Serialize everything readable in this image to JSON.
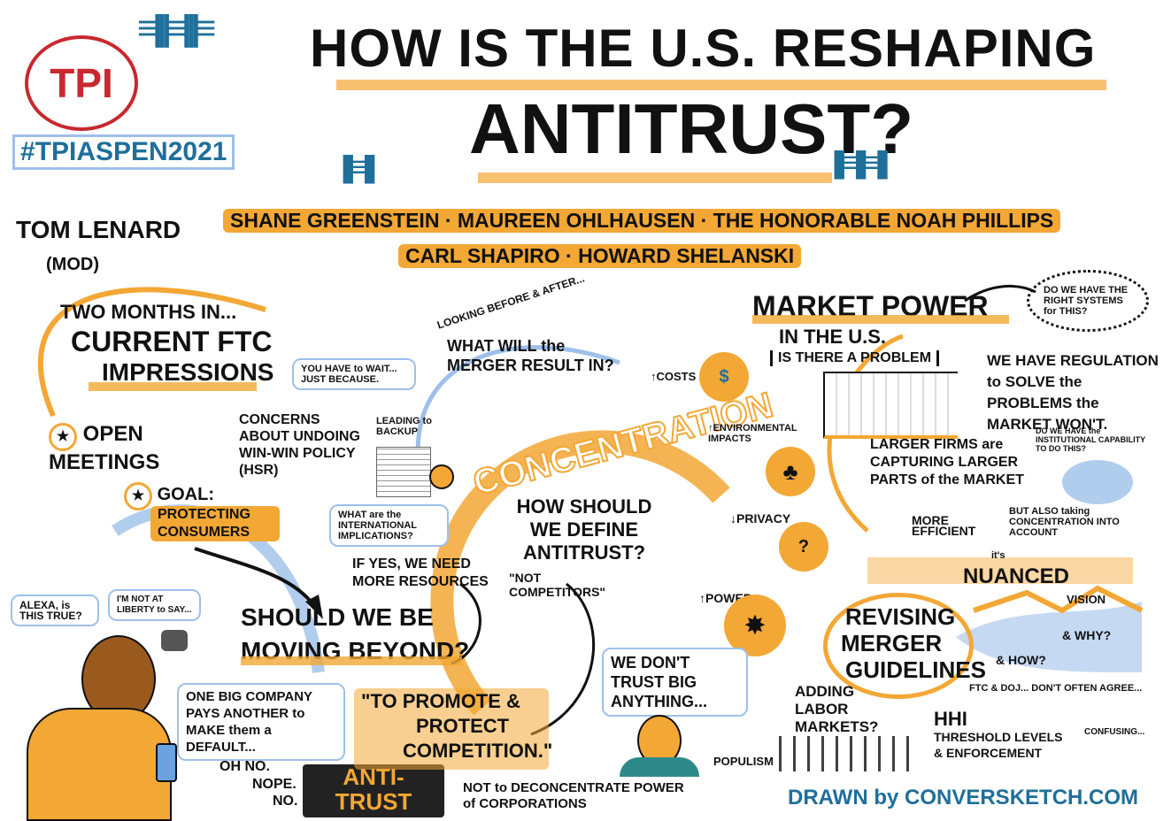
{
  "logo": {
    "text": "TPI"
  },
  "hashtag": "#TPIASPEN2021",
  "title": {
    "line1": "HOW IS THE U.S. RESHAPING",
    "line2": "ANTITRUST?"
  },
  "moderator": {
    "name": "TOM LENARD",
    "role": "(MOD)"
  },
  "panelists": {
    "line1": "SHANE GREENSTEIN · MAUREEN OHLHAUSEN · THE HONORABLE NOAH PHILLIPS",
    "line2": "CARL SHAPIRO · HOWARD SHELANSKI"
  },
  "ftc": {
    "intro": "TWO MONTHS IN...",
    "heading1": "CURRENT FTC",
    "heading2": "IMPRESSIONS",
    "open_meetings": "OPEN MEETINGS",
    "concerns": "CONCERNS ABOUT UNDOING WIN-WIN POLICY (HSR)",
    "goal": "GOAL:",
    "goal_detail": "PROTECTING CONSUMERS",
    "wait_bubble": "YOU HAVE to WAIT... JUST BECAUSE.",
    "backup": "LEADING to BACKUP",
    "international": "WHAT are the INTERNATIONAL IMPLICATIONS?",
    "resources": "IF YES, WE NEED MORE RESOURCES"
  },
  "merger": {
    "looking": "LOOKING BEFORE & AFTER...",
    "question": "WHAT WILL the MERGER RESULT IN?"
  },
  "concentration": {
    "arc": "CONCENTRATION",
    "question": "HOW SHOULD WE DEFINE ANTITRUST?",
    "competitors": "\"NOT COMPETITORS\""
  },
  "impacts": {
    "costs": "↑COSTS",
    "environment": "↑ENVIRONMENTAL IMPACTS",
    "privacy": "↓PRIVACY",
    "power": "↑POWER"
  },
  "market_power": {
    "heading": "MARKET POWER",
    "sub": "IN THE U.S.",
    "problem": "IS THERE A PROBLEM",
    "systems": "DO WE HAVE THE RIGHT SYSTEMS for THIS?",
    "regulation": "WE HAVE REGULATION to SOLVE the PROBLEMS the MARKET WON'T.",
    "institutional": "DO WE HAVE the INSTITUTIONAL CAPABILITY TO DO THIS?",
    "larger_firms": "LARGER FIRMS are CAPTURING LARGER PARTS of the MARKET",
    "efficient": "MORE EFFICIENT",
    "but_also": "BUT ALSO taking CONCENTRATION INTO ACCOUNT",
    "its": "it's",
    "nuanced": "NUANCED"
  },
  "alexa": {
    "question": "ALEXA, is THIS TRUE?",
    "answer": "I'M NOT AT LIBERTY to SAY..."
  },
  "moving": {
    "line1": "SHOULD WE BE",
    "line2": "MOVING BEYOND?"
  },
  "default_bubble": "ONE BIG COMPANY PAYS ANOTHER to MAKE them a DEFAULT...",
  "oh_no": {
    "line1": "OH NO.",
    "line2": "NOPE.",
    "line3": "NO."
  },
  "anti_trust": {
    "line1": "ANTI-",
    "line2": "TRUST"
  },
  "promote": {
    "line1": "\"TO PROMOTE &",
    "line2": "PROTECT",
    "line3": "COMPETITION.\""
  },
  "deconcentrate": "NOT to DECONCENTRATE POWER of CORPORATIONS",
  "dont_trust": "WE DON'T TRUST BIG ANYTHING...",
  "populism": "POPULISM",
  "guidelines": {
    "heading1": "REVISING",
    "heading2": "MERGER",
    "heading3": "GUIDELINES",
    "how": "& HOW?",
    "why": "& WHY?",
    "vision": "VISION",
    "labor": "ADDING LABOR MARKETS?",
    "hhi": "HHI",
    "threshold": "THRESHOLD LEVELS & ENFORCEMENT",
    "ftc_doj": "FTC & DOJ... DON'T OFTEN AGREE...",
    "confusing": "CONFUSING..."
  },
  "credit": "DRAWN by CONVERSKETCH.COM",
  "colors": {
    "accent": "#f3a735",
    "blue": "#1f6f9a",
    "light_blue": "#9ec0ea",
    "red": "#c8282e"
  }
}
